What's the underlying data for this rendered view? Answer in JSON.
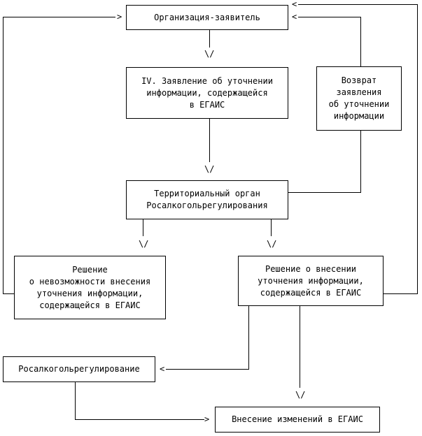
{
  "diagram": {
    "nodes": {
      "applicant": {
        "label": "Организация-заявитель"
      },
      "application": {
        "label": "IV. Заявление об уточнении\nинформации, содержащейся\nв ЕГАИС"
      },
      "return": {
        "label": "Возврат\nзаявления\nоб уточнении\nинформации"
      },
      "territorial": {
        "label": "Территориальный орган\nРосалкогольрегулирования"
      },
      "refusal": {
        "label": "Решение\nо невозможности внесения\nуточнения информации,\nсодержащейся в ЕГАИС"
      },
      "approval": {
        "label": "Решение о внесении\nуточнения информации,\nсодержащейся в ЕГАИС"
      },
      "rosalko": {
        "label": "Росалкогольрегулирование"
      },
      "changes": {
        "label": "Внесение изменений в ЕГАИС"
      }
    },
    "arrow_glyphs": {
      "down": "\\/",
      "right": ">",
      "left": "<"
    },
    "edges": [
      {
        "from": "applicant",
        "to": "application"
      },
      {
        "from": "application",
        "to": "territorial"
      },
      {
        "from": "territorial",
        "to": "return"
      },
      {
        "from": "return",
        "to": "applicant"
      },
      {
        "from": "territorial",
        "to": "refusal"
      },
      {
        "from": "territorial",
        "to": "approval"
      },
      {
        "from": "refusal",
        "to": "applicant"
      },
      {
        "from": "approval",
        "to": "applicant"
      },
      {
        "from": "approval",
        "to": "rosalko"
      },
      {
        "from": "approval",
        "to": "changes"
      },
      {
        "from": "rosalko",
        "to": "changes"
      }
    ]
  }
}
